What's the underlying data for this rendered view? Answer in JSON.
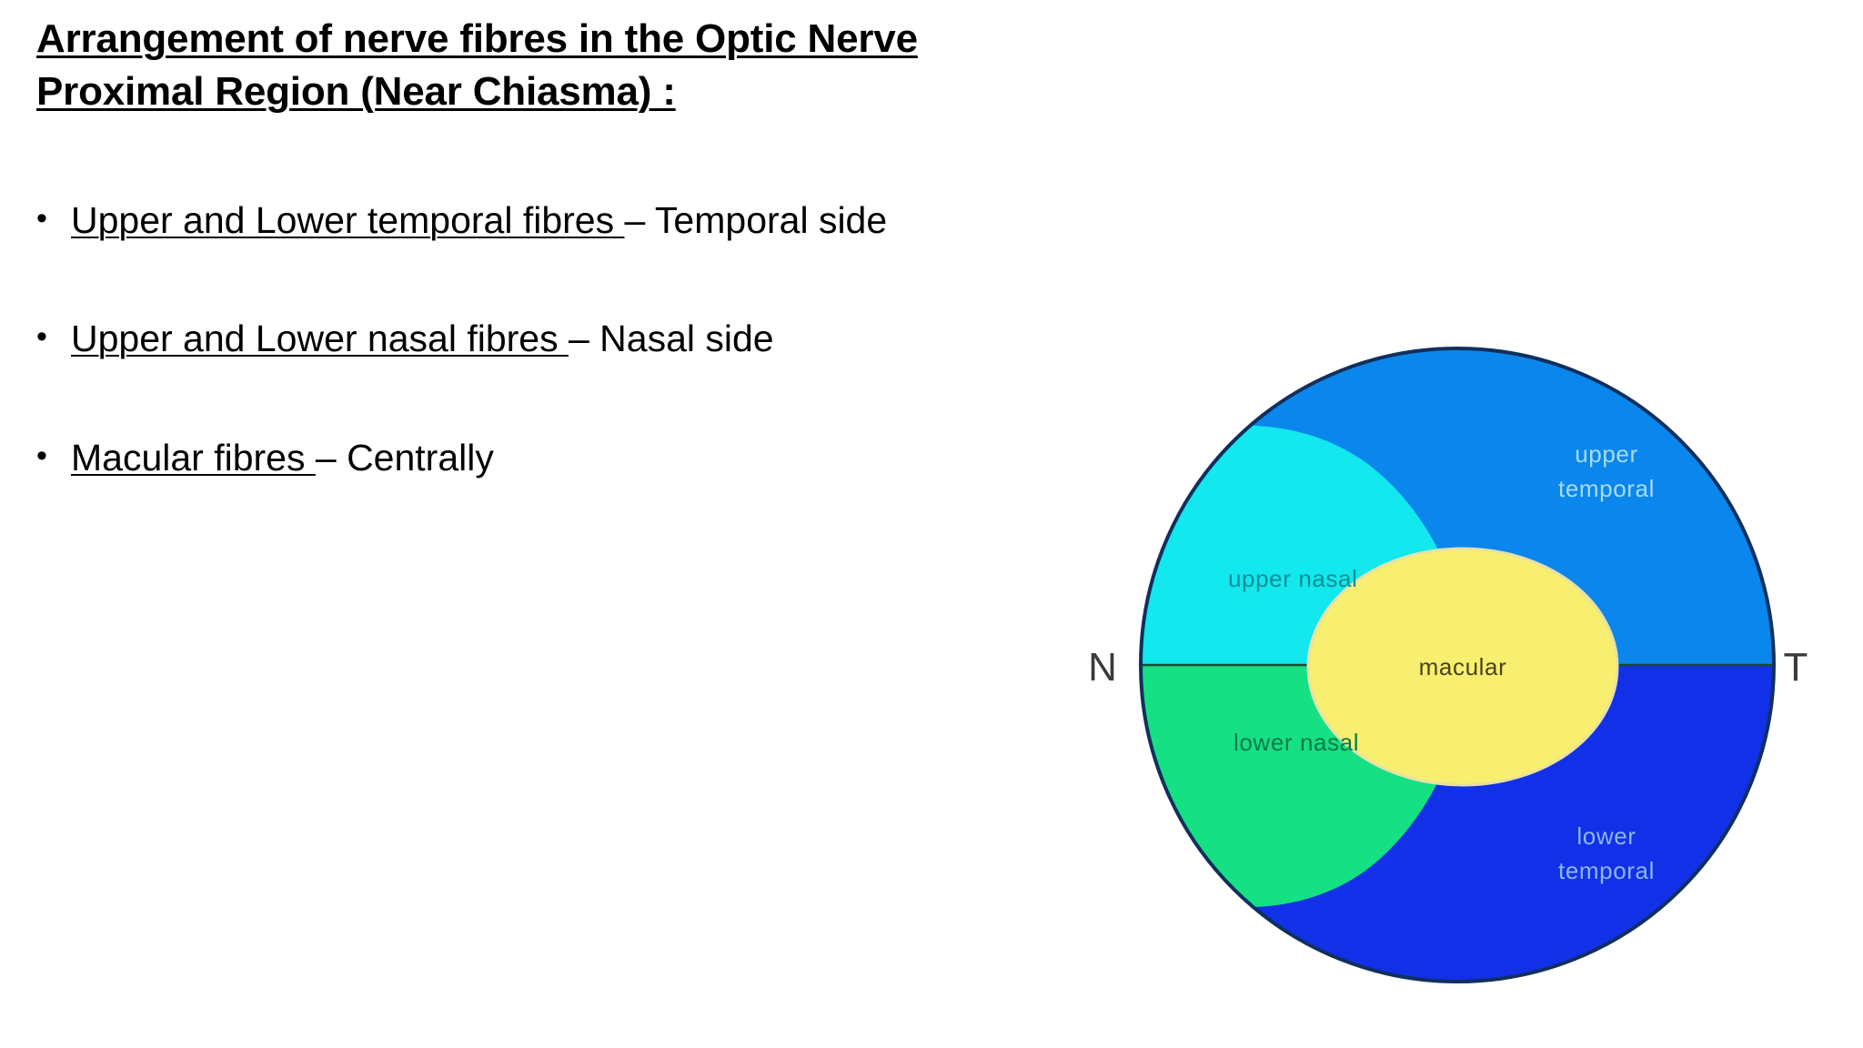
{
  "slide": {
    "background_color": "#ffffff",
    "title": {
      "line1": "Arrangement of nerve fibres in the Optic Nerve",
      "line2": "Proximal Region (Near Chiasma) :"
    },
    "bullets": [
      {
        "marker": "•",
        "underlined": "Upper and Lower temporal fibres ",
        "plain": "– Temporal side"
      },
      {
        "marker": "•",
        "underlined": "Upper and Lower nasal fibres ",
        "plain": "– Nasal side"
      },
      {
        "marker": "•",
        "underlined": "Macular fibres ",
        "plain": "– Centrally"
      }
    ]
  },
  "diagram": {
    "name": "optic-nerve-cross-section",
    "axis_labels": {
      "nasal": "N",
      "temporal": "T"
    },
    "regions": [
      {
        "key": "upper_temporal",
        "label_line1": "upper",
        "label_line2": "temporal",
        "fill": "#0b86ec",
        "text_color": "#a9dcff"
      },
      {
        "key": "lower_temporal",
        "label_line1": "lower",
        "label_line2": "temporal",
        "fill": "#1130e8",
        "text_color": "#8fb6f5"
      },
      {
        "key": "upper_nasal",
        "label_line1": "upper nasal",
        "label_line2": "",
        "fill": "#12e8ee",
        "text_color": "#0e8f96"
      },
      {
        "key": "lower_nasal",
        "label_line1": "lower nasal",
        "label_line2": "",
        "fill": "#16e084",
        "text_color": "#0b7a44"
      },
      {
        "key": "macular",
        "label_line1": "macular",
        "label_line2": "",
        "fill": "#f8ee70",
        "text_color": "#4a4418"
      }
    ],
    "outline_color": "#10305c",
    "horizontal_divider_color": "#1a4a2e"
  }
}
